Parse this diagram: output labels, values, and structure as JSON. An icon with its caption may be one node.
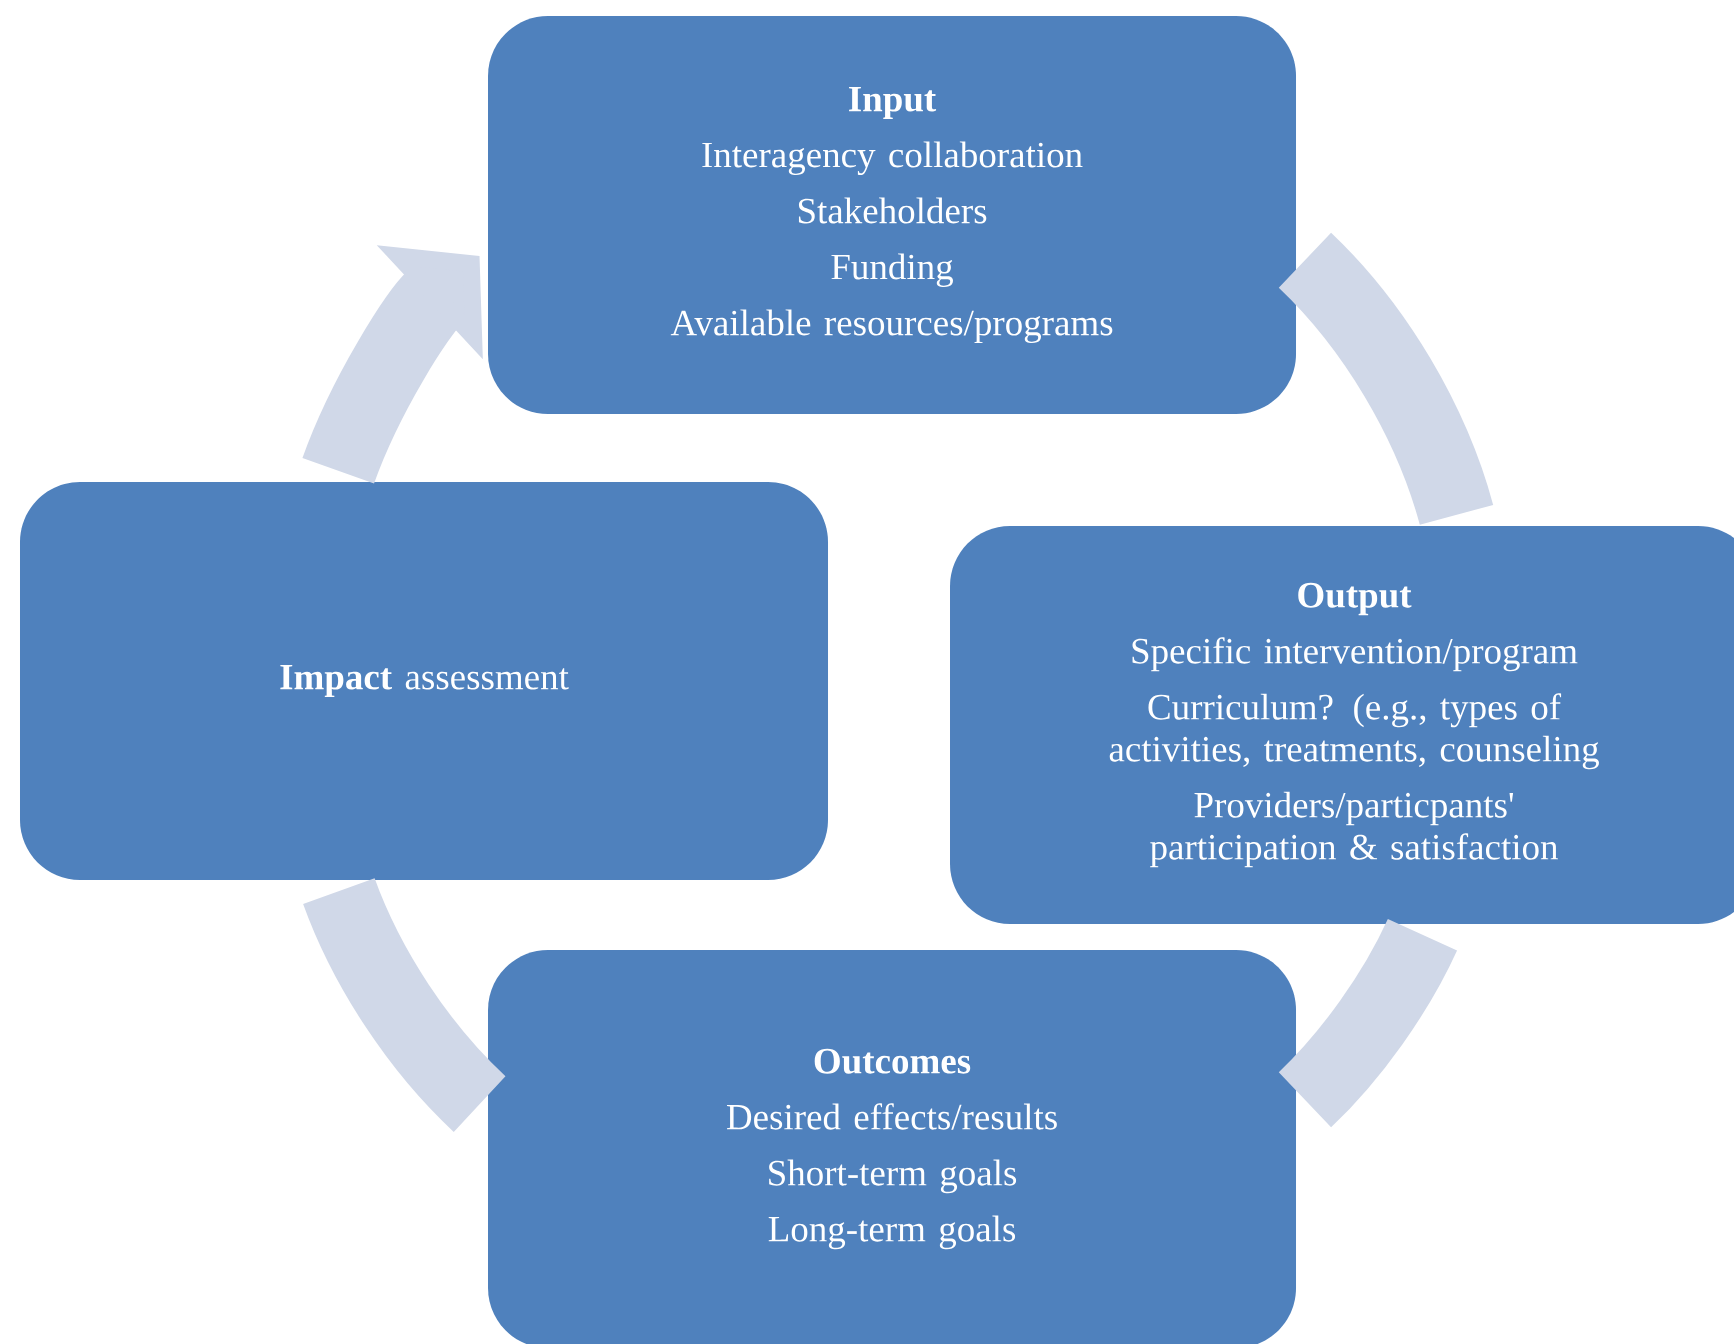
{
  "diagram": {
    "nodes": [
      {
        "text": [
          "Input",
          "Interagency collaboration",
          "Stakeholders",
          "Funding",
          "Available resources/programs"
        ]
      },
      {
        "text": [
          "Output",
          "Specific intervention/program",
          "Curriculum? (e.g., types of activities, treatments, counseling",
          "Providers/particpants' participation & satisfaction"
        ]
      },
      {
        "text": [
          "Outcomes",
          "Desired effects/results",
          "Short-term goals",
          "Long-term goals"
        ]
      },
      {
        "text": [
          "**Impact** assessment"
        ]
      }
    ],
    "edges": [
      {
        "from": 3,
        "to": 0,
        "arrow": "to"
      },
      {
        "from": 0,
        "to": 1,
        "arrow": "none"
      },
      {
        "from": 1,
        "to": 2,
        "arrow": "none"
      },
      {
        "from": 2,
        "to": 3,
        "arrow": "none"
      }
    ]
  }
}
